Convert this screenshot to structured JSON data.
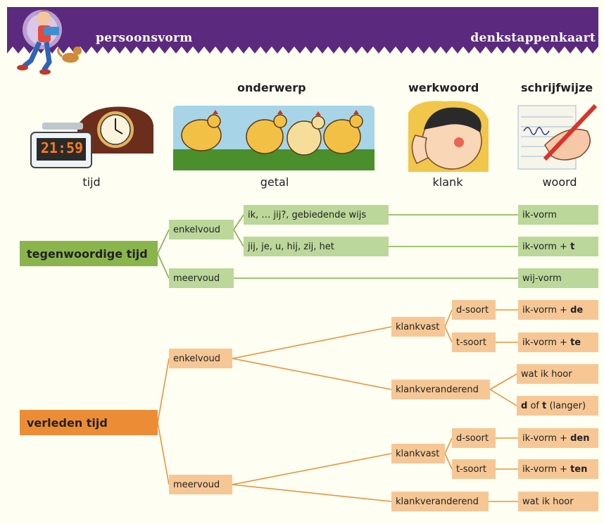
{
  "header": {
    "left_title": "persoonsvorm",
    "right_title": "denkstappenkaart"
  },
  "columns": {
    "onderwerp": "onderwerp",
    "werkwoord": "werkwoord",
    "schrijfwijze": "schrijfwijze"
  },
  "captions": {
    "tijd": "tijd",
    "getal": "getal",
    "klank": "klank",
    "woord": "woord"
  },
  "clock_display": "21:59",
  "present": {
    "root": "tegenwoordige tijd",
    "enkelvoud": "enkelvoud",
    "meervoud": "meervoud",
    "subj1": "ik, … jij?, gebiedende wijs",
    "subj2": "jij, je, u, hij, zij, het",
    "r1": "ik-vorm",
    "r2_pre": "ik-vorm + ",
    "r2_bold": "t",
    "r3": "wij-vorm"
  },
  "past": {
    "root": "verleden tijd",
    "enkelvoud": "enkelvoud",
    "meervoud": "meervoud",
    "ev_klankvast": "klankvast",
    "ev_klankveranderend": "klankveranderend",
    "mv_klankvast": "klankvast",
    "mv_klankveranderend": "klankveranderend",
    "ev_dsoort": "d-soort",
    "ev_tsoort": "t-soort",
    "mv_dsoort": "d-soort",
    "mv_tsoort": "t-soort",
    "r_de_pre": "ik-vorm + ",
    "r_de_bold": "de",
    "r_te_pre": "ik-vorm + ",
    "r_te_bold": "te",
    "r_hoor1": "wat ik hoor",
    "r_dt_b1": "d",
    "r_dt_mid": " of ",
    "r_dt_b2": "t",
    "r_dt_post": " (langer)",
    "r_den_pre": "ik-vorm + ",
    "r_den_bold": "den",
    "r_ten_pre": "ik-vorm + ",
    "r_ten_bold": "ten",
    "r_hoor2": "wat ik hoor"
  },
  "colors": {
    "banner": "#5b2a7e",
    "green_box": "#bcd79a",
    "green_root": "#8ab54d",
    "orange_box": "#f6c795",
    "orange_root": "#ec8d35",
    "green_line": "#7fb24a",
    "orange_line": "#e8953e"
  }
}
